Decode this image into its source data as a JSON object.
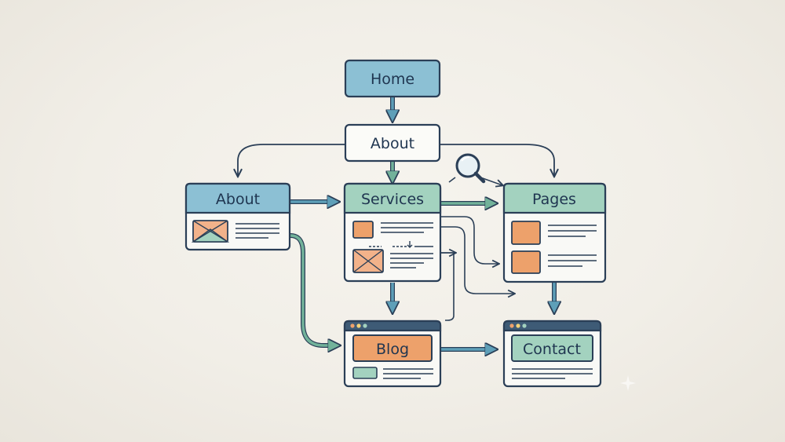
{
  "nodes": {
    "home": "Home",
    "about_top": "About",
    "about_card": "About",
    "services": "Services",
    "pages": "Pages",
    "blog": "Blog",
    "contact": "Contact"
  },
  "icons": {
    "search": "magnifier-icon",
    "image": "image-placeholder-icon",
    "window_dots": "browser-window-dots-icon"
  },
  "colors": {
    "outline": "#2b3f57",
    "blue_header": "#8cc0d4",
    "green_header": "#a3d2bf",
    "orange": "#eda16b",
    "arrow_blue": "#5e9fb8",
    "arrow_green": "#72b29a",
    "background": "#f1eee7"
  }
}
